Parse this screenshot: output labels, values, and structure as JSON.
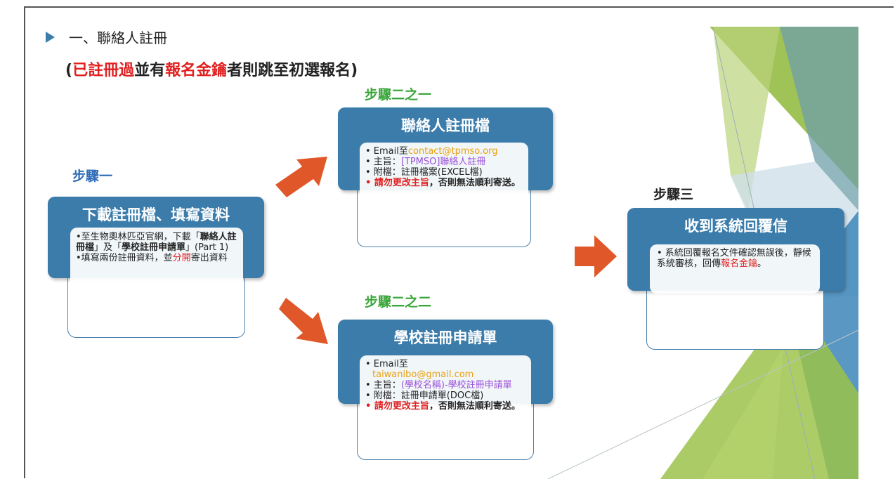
{
  "heading": "一、聯絡人註冊",
  "note": {
    "open": "(",
    "part1": "已註冊過",
    "part2": "並有",
    "part3": "報名金鑰",
    "part4": "者則跳至初選報名)"
  },
  "step1": {
    "label": "步驟一",
    "title": "下載註冊檔、填寫資料",
    "b1_pre": "•至生物奧林匹亞官網，下載「",
    "b1_b1": "聯絡人註冊檔",
    "b1_mid": "」及「",
    "b1_b2": "學校註冊申請單",
    "b1_post": "」(Part 1)",
    "b2_pre": "•填寫兩份註冊資料，並",
    "b2_red": "分開",
    "b2_post": "寄出資料"
  },
  "step2a": {
    "label": "步驟二之一",
    "title": "聯絡人註冊檔",
    "email_pre": "• Email至",
    "email": "contact@tpmso.org",
    "subject_pre": "• 主旨：",
    "subject": "[TPMSO]聯絡人註冊",
    "attach": "• 附檔：註冊檔案(EXCEL檔)",
    "warn_red": "請勿更改主旨",
    "warn_post": "，否則無法順利寄送。"
  },
  "step2b": {
    "label": "步驟二之二",
    "title": "學校註冊申請單",
    "email_pre": "• Email至",
    "email": "taiwanibo@gmail.com",
    "subject_pre": "• 主旨：",
    "subject": "(學校名稱)-學校註冊申請單",
    "attach": "• 附檔：註冊申請單(DOC檔)",
    "warn_red": "請勿更改主旨",
    "warn_post": "，否則無法順利寄送。"
  },
  "step3": {
    "label": "步驟三",
    "title": "收到系統回覆信",
    "text_pre": "• 系統回覆報名文件確認無誤後，靜候系統審核，回傳",
    "text_red": "報名金鑰",
    "text_post": "。"
  },
  "colors": {
    "header_blue": "#3b7cab",
    "arrow_orange": "#e0582a",
    "emphasis_red": "#e02020",
    "email_orange": "#e8a010",
    "subject_purple": "#9b50d8",
    "step_green": "#3aa63a",
    "step_blue": "#2f6db8"
  }
}
